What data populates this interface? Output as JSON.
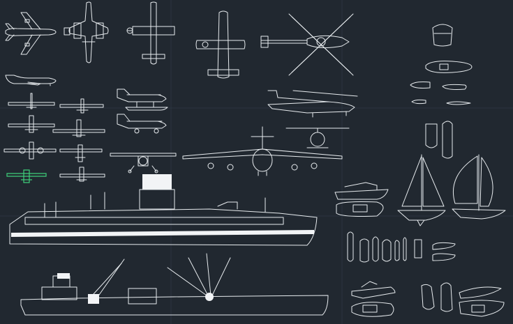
{
  "drawing": {
    "background": "#212830",
    "line_color": "#e8ecef",
    "highlight_color": "#3fcf7a",
    "grid": true,
    "legend": null
  },
  "groups": {
    "aircraft": [
      "jet-airliner-top",
      "turboprop-top",
      "light-plane-top",
      "high-wing-plane-top",
      "helicopter-top",
      "jet-airliner-side",
      "small-jets-set",
      "seaplane-side",
      "cessna-side",
      "cessna-front",
      "jumbo-jet-front",
      "attack-helicopter-side",
      "helicopter-front",
      "selected-plane-front"
    ],
    "ships": [
      "ocean-liner-side",
      "cargo-ship-side"
    ],
    "boats": [
      "dinghy-top",
      "speedboats-top",
      "motor-yacht-side",
      "motor-yacht-top",
      "sailboat-side",
      "spinnaker-sailboat-side",
      "small-boats-top",
      "jet-ski-side",
      "jet-ski-top",
      "runabouts"
    ]
  }
}
